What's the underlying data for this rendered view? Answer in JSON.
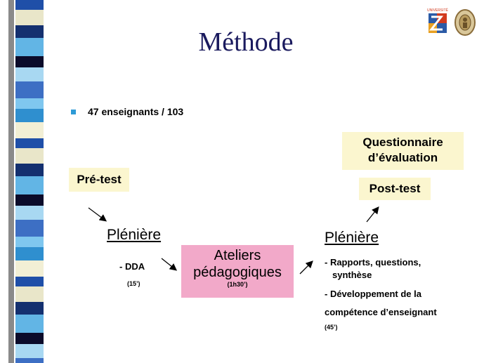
{
  "title": "Méthode",
  "bullet": "47 enseignants / 103",
  "questionnaire": {
    "line1": "Questionnaire",
    "line2": "d’évaluation"
  },
  "pretest": "Pré-test",
  "posttest": "Post-test",
  "left_pleniere": {
    "title": "Plénière",
    "item": "- DDA",
    "duration": "(15’)"
  },
  "ateliers": {
    "line1": "Ateliers",
    "line2": "pédagogiques",
    "duration": "(1h30’)"
  },
  "right_pleniere": {
    "title": "Plénière",
    "item1_line1": "- Rapports, questions,",
    "item1_line2": "synthèse",
    "item2_line1": "- Développement de la",
    "item2_line2": "compétence d’enseignant",
    "duration": "(45’)"
  },
  "logo_text": "UNIVERSITÉ",
  "colors": {
    "title": "#1a1a5e",
    "bullet": "#2e9bd6",
    "yellow_box": "#fbf6cf",
    "pink_box": "#f2a9c9"
  }
}
